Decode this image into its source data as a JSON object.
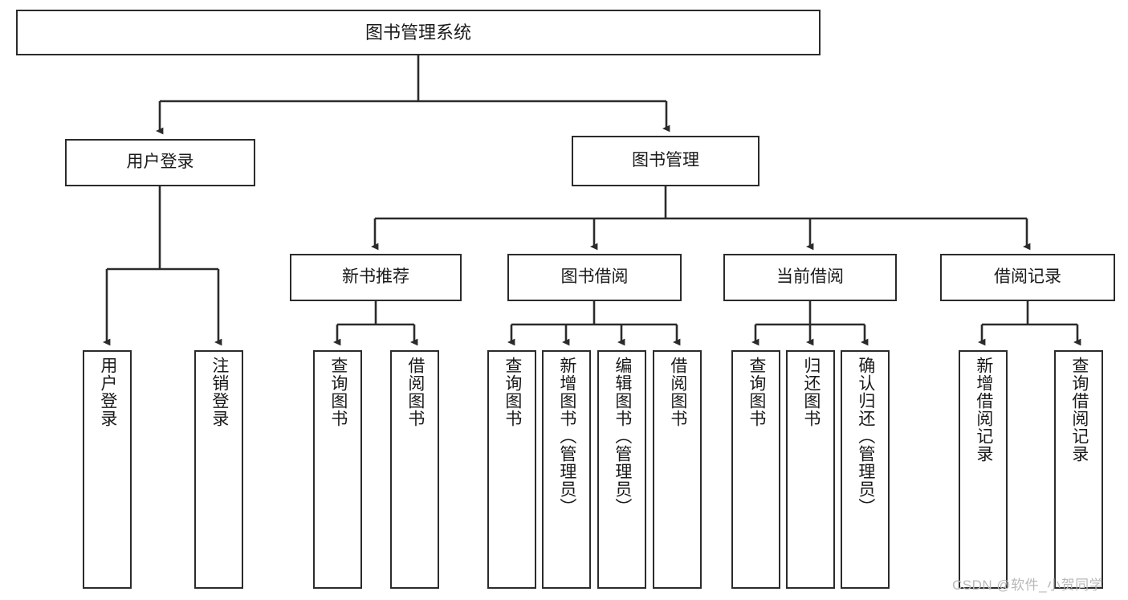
{
  "diagram": {
    "title": "图书管理系统",
    "type": "tree-hierarchy-chart",
    "watermark": "CSDN @软件_小贺同学",
    "colors": {
      "stroke": "#2b2b2b",
      "fill": "#ffffff",
      "background": "#ffffff",
      "watermark": "#b9b9b9"
    },
    "nodes": {
      "root": {
        "label": "图书管理系统"
      },
      "level2": [
        {
          "id": "user-login",
          "label": "用户登录"
        },
        {
          "id": "book-manage",
          "label": "图书管理"
        }
      ],
      "level3": [
        {
          "id": "new-book-rec",
          "label": "新书推荐"
        },
        {
          "id": "book-borrow",
          "label": "图书借阅"
        },
        {
          "id": "current-borrow",
          "label": "当前借阅"
        },
        {
          "id": "borrow-record",
          "label": "借阅记录"
        }
      ],
      "leaves": {
        "user_login": [
          {
            "id": "leaf-user-login",
            "label": "用户登录"
          },
          {
            "id": "leaf-logout",
            "label": "注销登录"
          }
        ],
        "new_book_rec": [
          {
            "id": "leaf-query-book-1",
            "label": "查询图书"
          },
          {
            "id": "leaf-borrow-book-1",
            "label": "借阅图书"
          }
        ],
        "book_borrow": [
          {
            "id": "leaf-query-book-2",
            "label": "查询图书"
          },
          {
            "id": "leaf-add-book",
            "label": "新增图书（管理员）"
          },
          {
            "id": "leaf-edit-book",
            "label": "编辑图书（管理员）"
          },
          {
            "id": "leaf-borrow-book-2",
            "label": "借阅图书"
          }
        ],
        "current_borrow": [
          {
            "id": "leaf-query-book-3",
            "label": "查询图书"
          },
          {
            "id": "leaf-return-book",
            "label": "归还图书"
          },
          {
            "id": "leaf-confirm-return",
            "label": "确认归还（管理员）"
          }
        ],
        "borrow_record": [
          {
            "id": "leaf-add-record",
            "label": "新增借阅记录"
          },
          {
            "id": "leaf-query-record",
            "label": "查询借阅记录"
          }
        ]
      }
    }
  }
}
